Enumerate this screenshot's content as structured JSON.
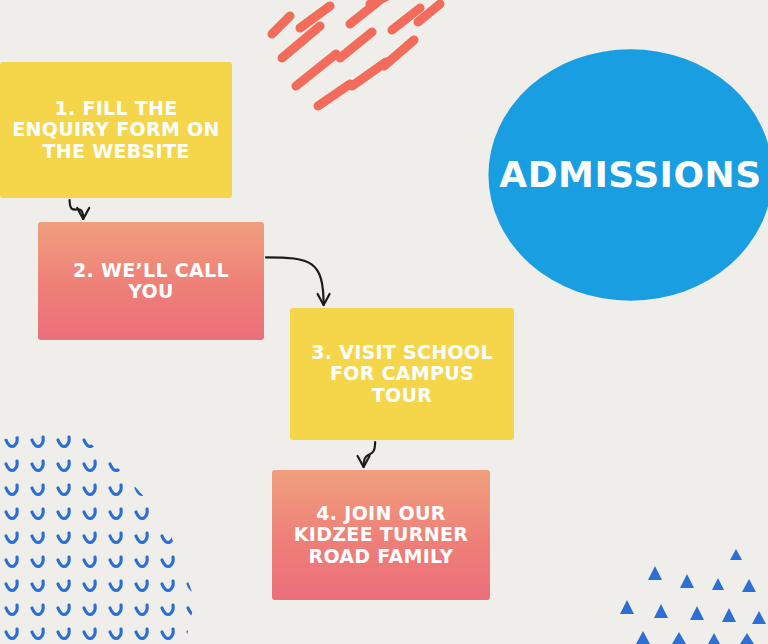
{
  "diagram": {
    "nodes": [
      {
        "text": [
          "1. FILL THE ENQUIRY FORM ON THE WEBSITE"
        ]
      },
      {
        "text": [
          "ADMISSIONS"
        ]
      },
      {
        "text": [
          "2. WE’LL CALL YOU"
        ]
      },
      {
        "text": [
          "3. VISIT SCHOOL FOR CAMPUS TOUR"
        ]
      },
      {
        "text": [
          "4. JOIN OUR KIDZEE TURNER ROAD FAMILY"
        ]
      }
    ],
    "edges": [
      {
        "from": 0,
        "to": 2,
        "arrow": "to"
      },
      {
        "from": 2,
        "to": 3,
        "arrow": "to"
      },
      {
        "from": 3,
        "to": 4,
        "arrow": "to"
      }
    ]
  }
}
